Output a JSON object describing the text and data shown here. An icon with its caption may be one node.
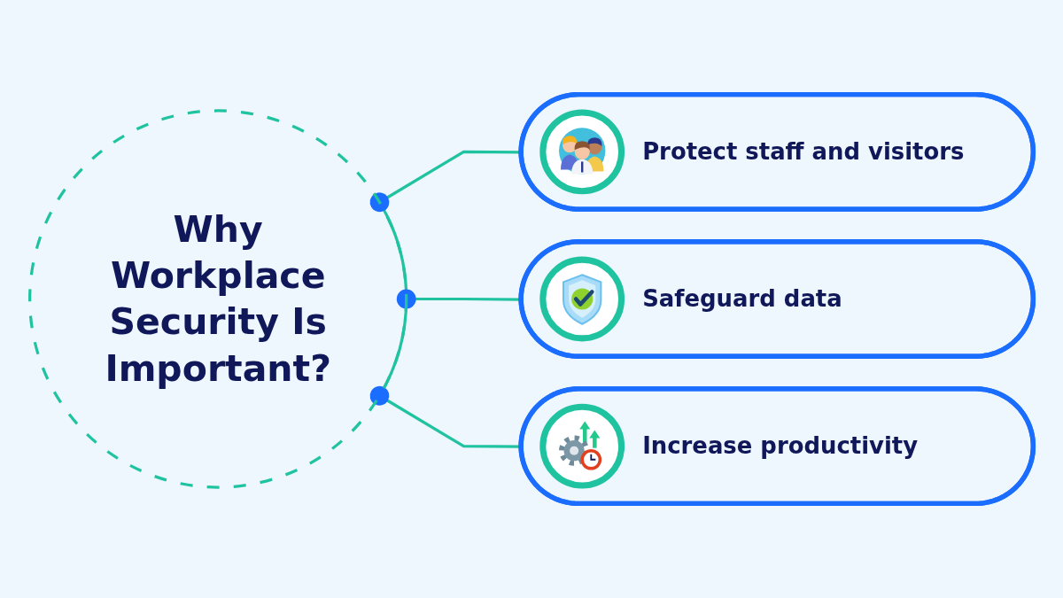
{
  "diagram": {
    "nodes": [
      {
        "text": [
          "Why Workplace Security Is Important?"
        ]
      },
      {
        "text": [
          "Protect staff and visitors"
        ]
      },
      {
        "text": [
          "Safeguard data"
        ]
      },
      {
        "text": [
          "Increase productivity"
        ]
      }
    ],
    "edges": [
      {
        "from": 0,
        "to": 1,
        "arrow": "other"
      },
      {
        "from": 0,
        "to": 2,
        "arrow": "other"
      },
      {
        "from": 0,
        "to": 3,
        "arrow": "other"
      }
    ]
  }
}
